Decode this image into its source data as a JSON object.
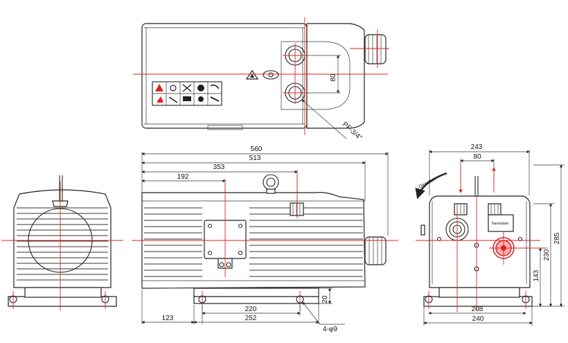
{
  "dimensions": {
    "overall_length": "560",
    "body_length": "513",
    "eyebolt_position": "353",
    "port_position": "192",
    "port_spacing": "80",
    "port_thread": "PF-3/4\"",
    "base_hole_spacing": "220",
    "base_length": "252",
    "base_offset": "123",
    "base_thickness": "20",
    "mounting_holes": "4-φ9",
    "side_width": "243",
    "side_port_offset": "80",
    "side_base_hole_spacing": "208",
    "side_base_width": "240",
    "side_height_total": "285",
    "side_height_230": "230",
    "side_height_143": "143"
  },
  "annotations": {
    "rotation_label": "Direction",
    "nameplate_label": "Nameplate"
  }
}
